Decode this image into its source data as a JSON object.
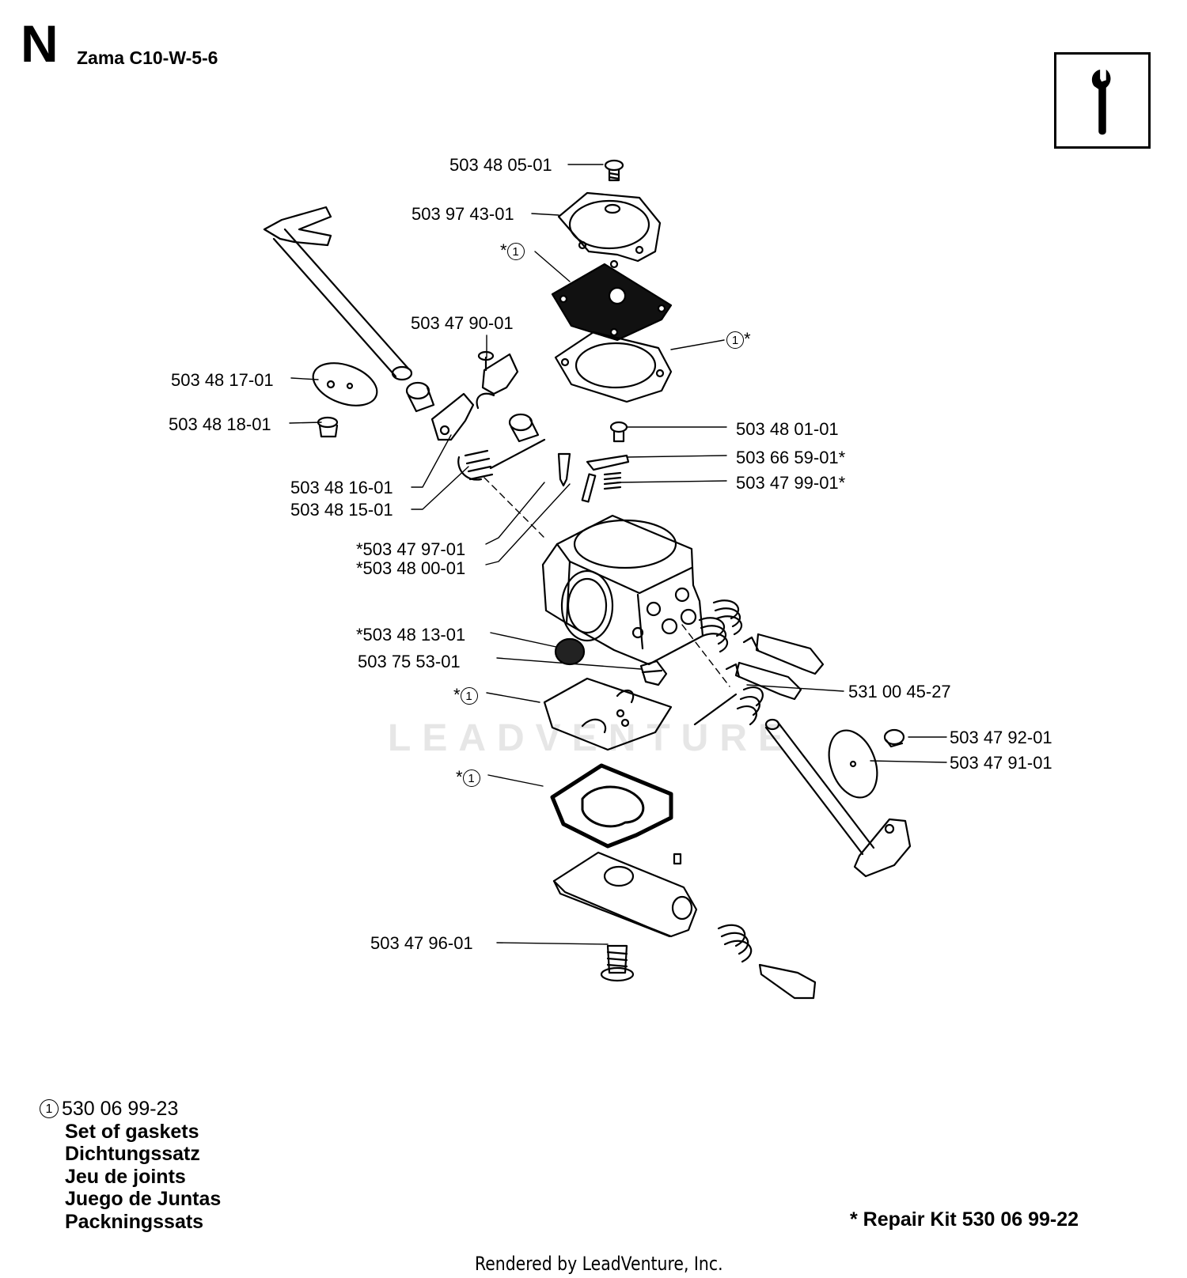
{
  "header": {
    "section_letter": "N",
    "model": "Zama C10-W-5-6",
    "tool_icon": "wrench-icon"
  },
  "callouts": [
    {
      "id": "c1",
      "text": "503 48 05-01"
    },
    {
      "id": "c2",
      "text": "503 97 43-01"
    },
    {
      "id": "c3",
      "prefix": "*",
      "circle": "1",
      "suffix": ""
    },
    {
      "id": "c4",
      "text": "503 47 90-01"
    },
    {
      "id": "c5",
      "prefix": "",
      "circle": "1",
      "suffix": "*"
    },
    {
      "id": "c6",
      "text": "503 48 17-01"
    },
    {
      "id": "c7",
      "text": "503 48 18-01"
    },
    {
      "id": "c8",
      "text": "503 48 01-01"
    },
    {
      "id": "c9",
      "text": "503 66 59-01*"
    },
    {
      "id": "c10",
      "text": "503 47 99-01*"
    },
    {
      "id": "c11",
      "text": "503 48 16-01"
    },
    {
      "id": "c12",
      "text": "503 48 15-01"
    },
    {
      "id": "c13",
      "text": "*503 47 97-01"
    },
    {
      "id": "c14",
      "text": "*503 48 00-01"
    },
    {
      "id": "c15",
      "text": "*503 48 13-01"
    },
    {
      "id": "c16",
      "text": "503 75 53-01"
    },
    {
      "id": "c17",
      "text": "531 00 45-27"
    },
    {
      "id": "c18",
      "prefix": "*",
      "circle": "1",
      "suffix": ""
    },
    {
      "id": "c19",
      "text": "503 47 92-01"
    },
    {
      "id": "c20",
      "text": "503 47 91-01"
    },
    {
      "id": "c21",
      "prefix": "*",
      "circle": "1",
      "suffix": ""
    },
    {
      "id": "c22",
      "text": "503 47 96-01"
    }
  ],
  "gasket_kit": {
    "circle": "1",
    "number": "530 06 99-23",
    "names": [
      "Set of gaskets",
      "Dichtungssatz",
      "Jeu de joints",
      "Juego de Juntas",
      "Packningssats"
    ]
  },
  "repair_kit": "* Repair Kit 530 06 99-22",
  "watermark": "LEADVENTURE",
  "footer": "Rendered by LeadVenture, Inc."
}
